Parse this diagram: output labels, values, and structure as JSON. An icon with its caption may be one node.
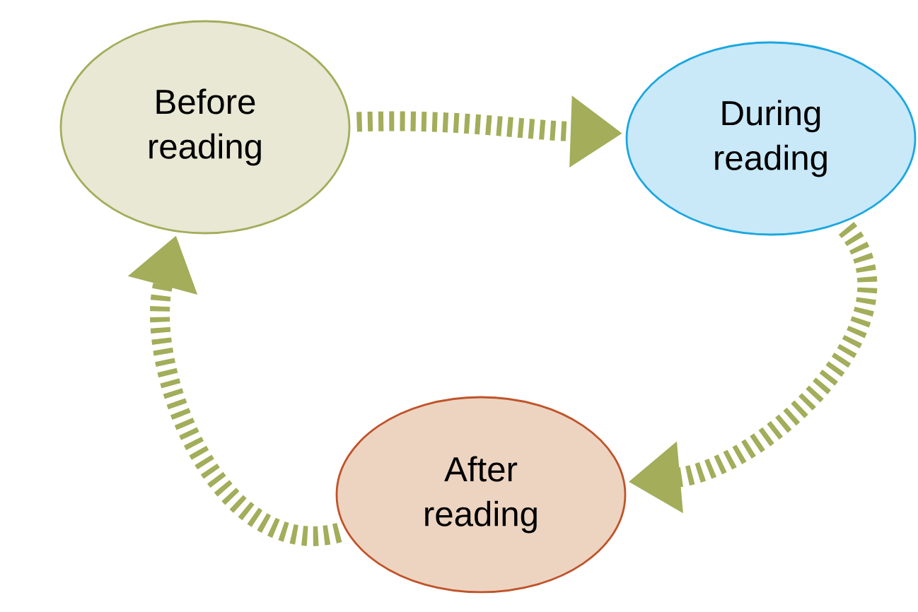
{
  "diagram": {
    "nodes": [
      {
        "text": [
          "Before reading"
        ]
      },
      {
        "text": [
          "During reading"
        ]
      },
      {
        "text": [
          "After reading"
        ]
      }
    ],
    "edges": [
      {
        "from": 0,
        "to": 1,
        "arrow": "to"
      },
      {
        "from": 1,
        "to": 2,
        "arrow": "to"
      },
      {
        "from": 2,
        "to": 0,
        "arrow": "to"
      }
    ]
  }
}
